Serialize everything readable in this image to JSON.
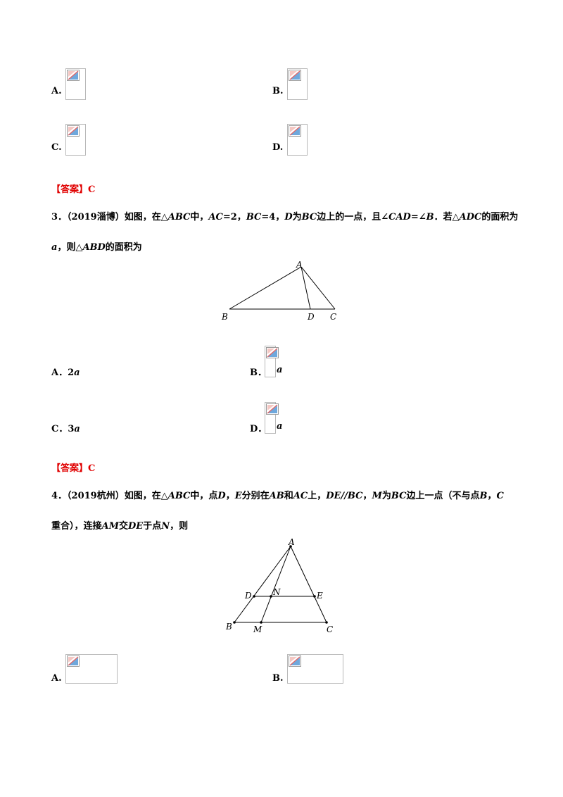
{
  "question2_options": [
    {
      "label": "A."
    },
    {
      "label": "B."
    },
    {
      "label": "C."
    },
    {
      "label": "D."
    }
  ],
  "answer2": {
    "open": "【",
    "word": "答案",
    "close": "】",
    "value": "C"
  },
  "question3": {
    "number": "3．",
    "source": "（2019淄博）",
    "line1": {
      "t1": "如图，在△",
      "v1": "ABC",
      "t2": "中，",
      "v2": "AC",
      "t3": "=2，",
      "v3": "BC",
      "t4": "=4，",
      "v4": "D",
      "t5": "为",
      "v5": "BC",
      "t6": "边上的一点，且∠",
      "v6": "CAD",
      "t7": "=∠",
      "v7": "B",
      "t8": "．若△",
      "v8": "ADC",
      "t9": "的面积为"
    },
    "line2": {
      "v1": "a",
      "t1": "，则△",
      "v2": "ABD",
      "t2": "的面积为"
    },
    "figure": {
      "labels": {
        "A": "A",
        "B": "B",
        "D": "D",
        "C": "C"
      }
    },
    "options": [
      {
        "label": "A．",
        "text": "2",
        "var": "a"
      },
      {
        "label": "B．",
        "var": "a"
      },
      {
        "label": "C．",
        "text": "3",
        "var": "a"
      },
      {
        "label": "D．",
        "var": "a"
      }
    ]
  },
  "answer3": {
    "open": "【",
    "word": "答案",
    "close": "】",
    "value": "C"
  },
  "question4": {
    "number": "4．",
    "source": "（2019杭州）",
    "line1": {
      "t1": "如图，在△",
      "v1": "ABC",
      "t2": "中，点",
      "v2": "D",
      "t3": "，",
      "v3": "E",
      "t4": "分别在",
      "v4": "AB",
      "t5": "和",
      "v5": "AC",
      "t6": "上，",
      "v6": "DE",
      "t7": "//",
      "v7": "BC",
      "t8": "，",
      "v8": "M",
      "t9": "为",
      "v9": "BC",
      "t10": "边上一点（不与点",
      "v10": "B",
      "t11": "，",
      "v11": "C"
    },
    "line2": {
      "t1": "重合），连接",
      "v1": "AM",
      "t2": "交",
      "v2": "DE",
      "t3": "于点",
      "v3": "N",
      "t4": "，则"
    },
    "figure": {
      "labels": {
        "A": "A",
        "B": "B",
        "C": "C",
        "D": "D",
        "E": "E",
        "N": "N",
        "M": "M"
      }
    },
    "options": [
      {
        "label": "A."
      },
      {
        "label": "B."
      }
    ]
  }
}
